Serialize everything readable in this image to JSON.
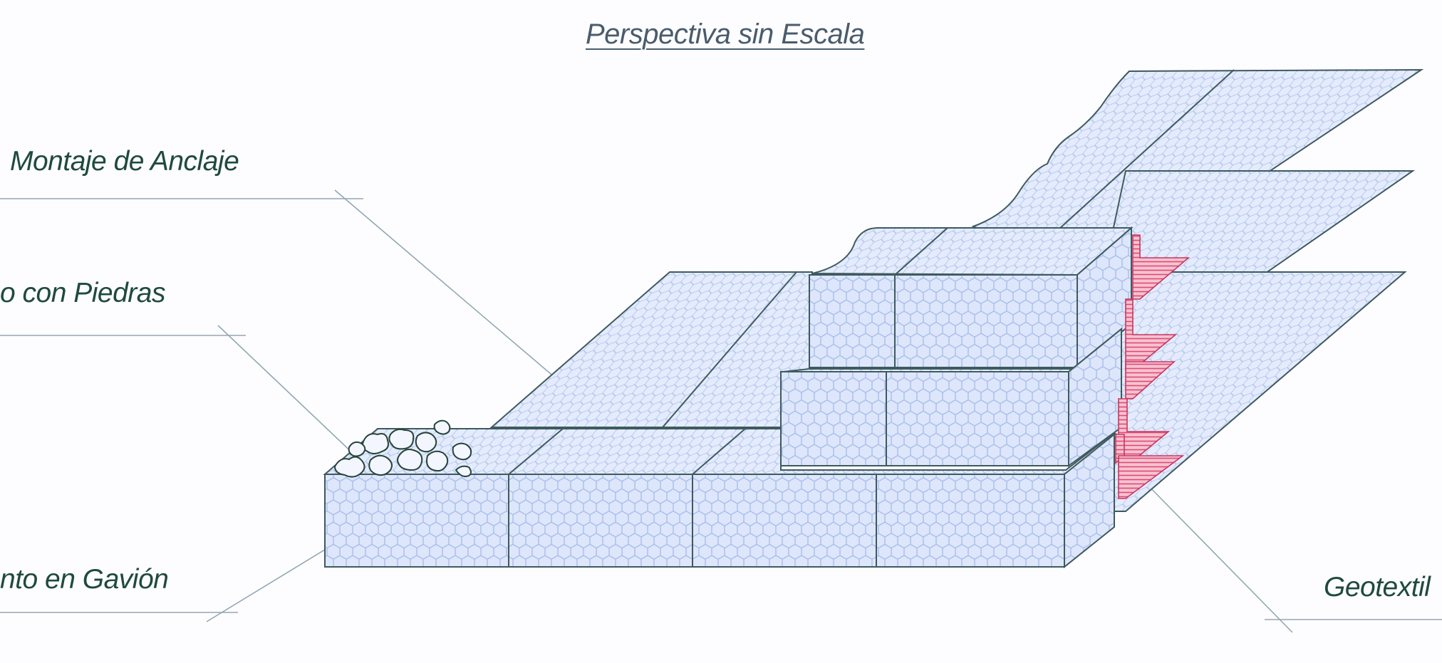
{
  "title": "Perspectiva sin Escala",
  "labels": {
    "anchor": "Montaje de Anclaje",
    "stones": "o con Piedras",
    "gabion": "nto en Gavión",
    "geotextile": "Geotextil"
  },
  "colors": {
    "mesh_fill": "#dde6fb",
    "mesh_line": "#a6bce8",
    "edge": "#3f5a5e",
    "geotextile": "#e04a72",
    "label_text": "#1f4a3c",
    "leader": "#93a7b4"
  }
}
